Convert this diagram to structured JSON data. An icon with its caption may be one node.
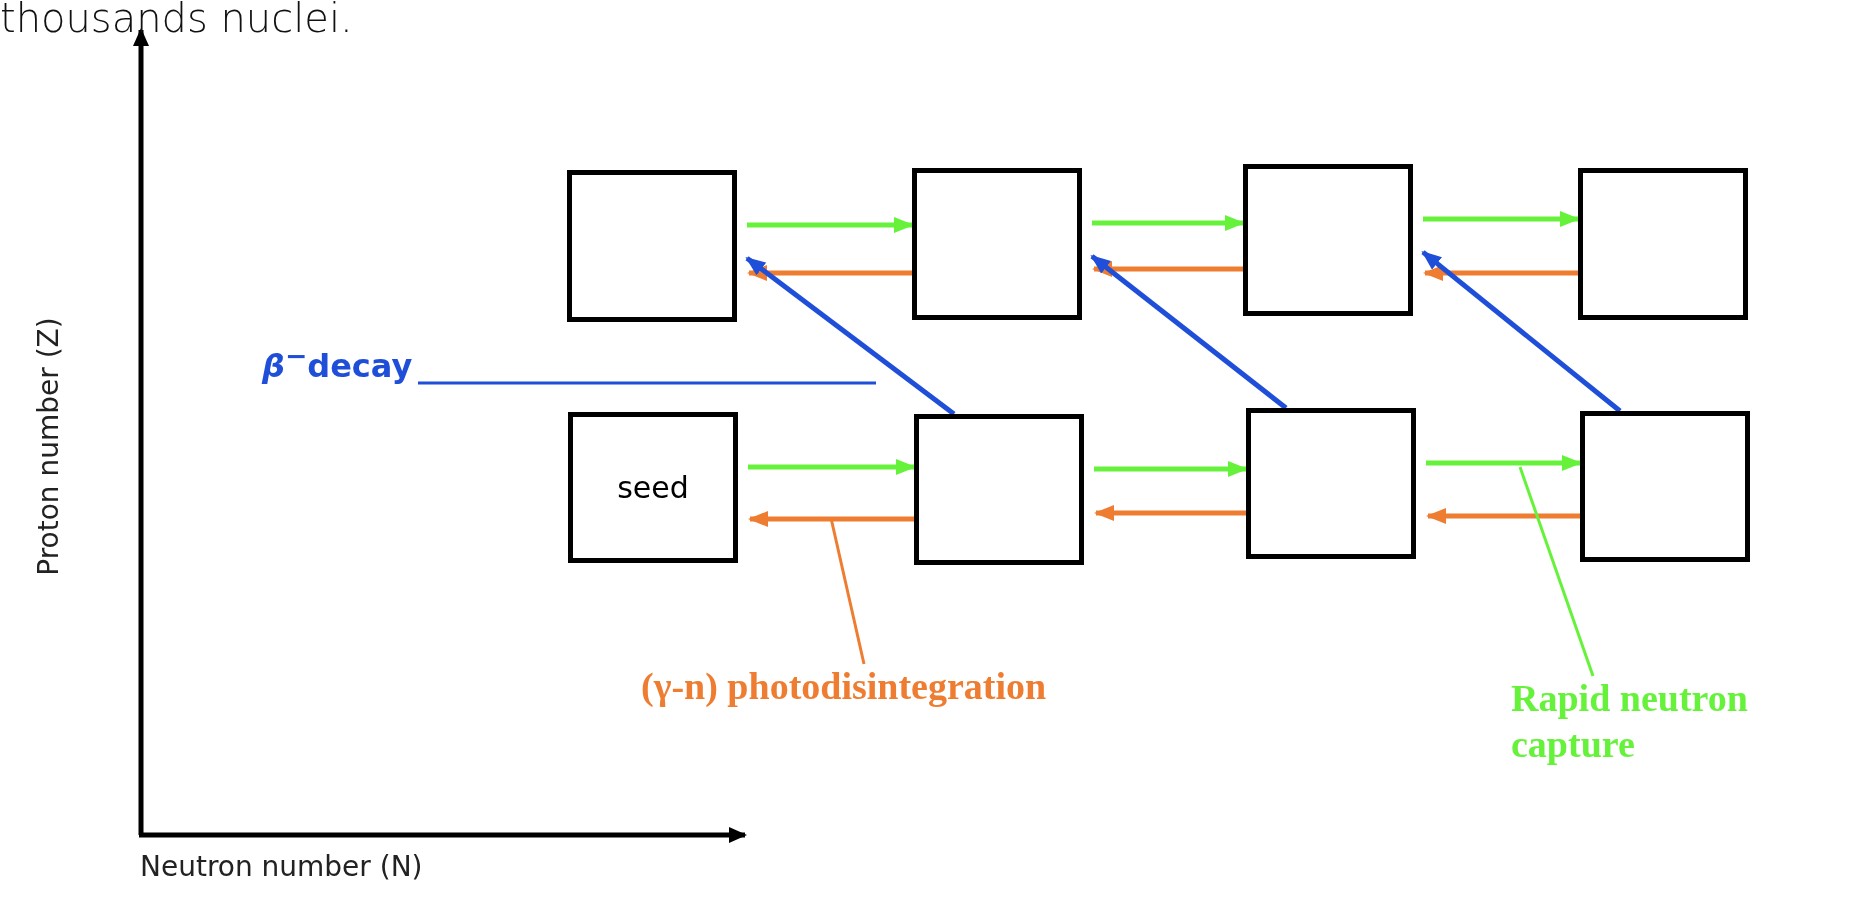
{
  "diagram": {
    "nodes": [
      {
        "text": [],
        "shape": "box"
      },
      {
        "text": [],
        "shape": "box"
      },
      {
        "text": [],
        "shape": "box"
      },
      {
        "text": [],
        "shape": "box"
      },
      {
        "text": [
          "seed"
        ]
      },
      {
        "text": [],
        "shape": "box"
      },
      {
        "text": [],
        "shape": "box"
      },
      {
        "text": [],
        "shape": "box"
      },
      {
        "text": [
          "*β*$^{−}$decay"
        ]
      },
      {
        "text": [
          "(γ-n) photodisintegration"
        ]
      },
      {
        "text": [
          "Rapid neutron capture"
        ]
      }
    ],
    "edges": [
      {
        "from": 0,
        "to": 1,
        "arrow": "to",
        "color": "#66f23a"
      },
      {
        "from": 1,
        "to": 2,
        "arrow": "to",
        "color": "#66f23a"
      },
      {
        "from": 2,
        "to": 3,
        "arrow": "to",
        "color": "#66f23a"
      },
      {
        "from": 1,
        "to": 0,
        "arrow": "to",
        "color": "#ee7d31"
      },
      {
        "from": 2,
        "to": 1,
        "arrow": "to",
        "color": "#ee7d31"
      },
      {
        "from": 3,
        "to": 2,
        "arrow": "to",
        "color": "#ee7d31"
      },
      {
        "from": 4,
        "to": 5,
        "arrow": "to",
        "color": "#66f23a"
      },
      {
        "from": 5,
        "to": 6,
        "arrow": "to",
        "color": "#66f23a"
      },
      {
        "from": 6,
        "to": 7,
        "arrow": "to",
        "color": "#66f23a"
      },
      {
        "from": 5,
        "to": 4,
        "arrow": "to",
        "color": "#ee7d31"
      },
      {
        "from": 6,
        "to": 5,
        "arrow": "to",
        "color": "#ee7d31"
      },
      {
        "from": 7,
        "to": 6,
        "arrow": "to",
        "color": "#ee7d31"
      },
      {
        "from": 5,
        "to": 0,
        "arrow": "to",
        "color": "#1f4fd8"
      },
      {
        "from": 6,
        "to": 1,
        "arrow": "to",
        "color": "#1f4fd8"
      },
      {
        "from": 7,
        "to": 2,
        "arrow": "to",
        "color": "#1f4fd8"
      },
      {
        "from": 8,
        "to": null,
        "arrow": "none",
        "color": "#1f4fd8"
      },
      {
        "from": 9,
        "to": null,
        "arrow": "none",
        "color": "#ee7d31"
      },
      {
        "from": 10,
        "to": null,
        "arrow": "none",
        "color": "#66f23a"
      }
    ],
    "labels": [
      "thousands nuclei.",
      "Proton number (Z)",
      "Neutron number (N)"
    ]
  }
}
